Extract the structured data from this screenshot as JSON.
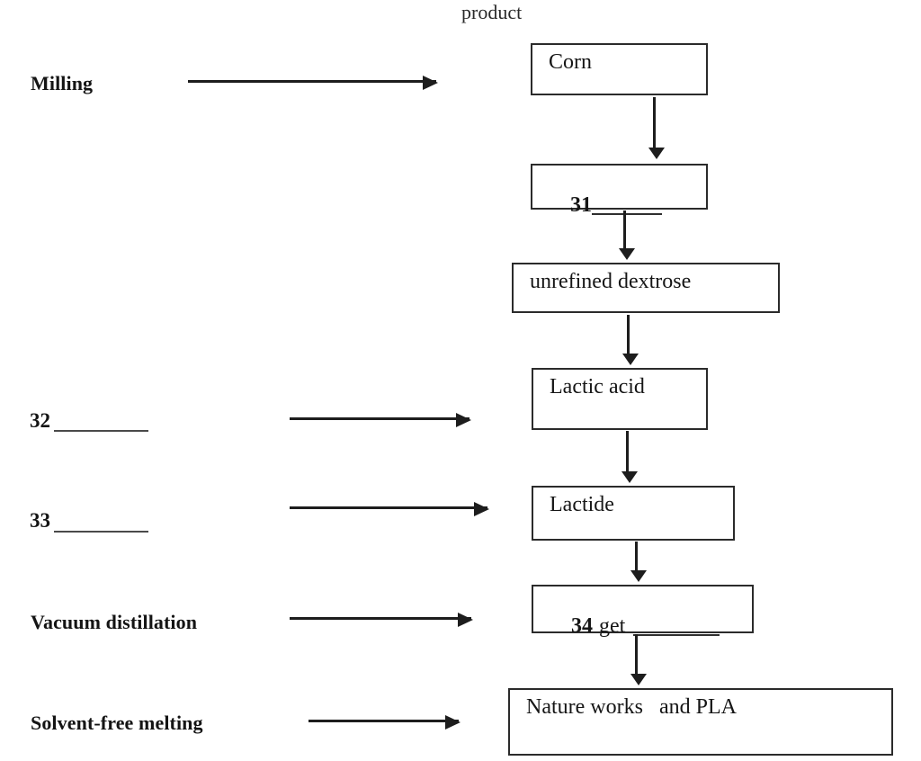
{
  "diagram": {
    "title_label": "product",
    "type": "process-flowchart",
    "subject": "Corn to PLA (polylactic acid) production flow"
  },
  "stage_labels": [
    {
      "id": "milling",
      "text": "Milling"
    },
    {
      "id": "gap-32",
      "text": "32"
    },
    {
      "id": "gap-33",
      "text": "33"
    },
    {
      "id": "vacuum-distillation",
      "text": "Vacuum distillation"
    },
    {
      "id": "solvent-free-melting",
      "text": "Solvent-free melting"
    }
  ],
  "flow_boxes": [
    {
      "id": "corn",
      "text": "Corn"
    },
    {
      "id": "gap-31",
      "number": "31",
      "text": ""
    },
    {
      "id": "unrefined-dextrose",
      "text": "unrefined dextrose"
    },
    {
      "id": "lactic-acid",
      "text": "Lactic acid"
    },
    {
      "id": "lactide",
      "text": "Lactide"
    },
    {
      "id": "gap-34",
      "number": "34",
      "text": "get"
    },
    {
      "id": "nature-works",
      "text": "Nature works   and PLA"
    }
  ],
  "colors": {
    "ink": "#161616",
    "border": "#2b2b2b",
    "arrow": "#1d1d1d",
    "background": "#ffffff"
  }
}
